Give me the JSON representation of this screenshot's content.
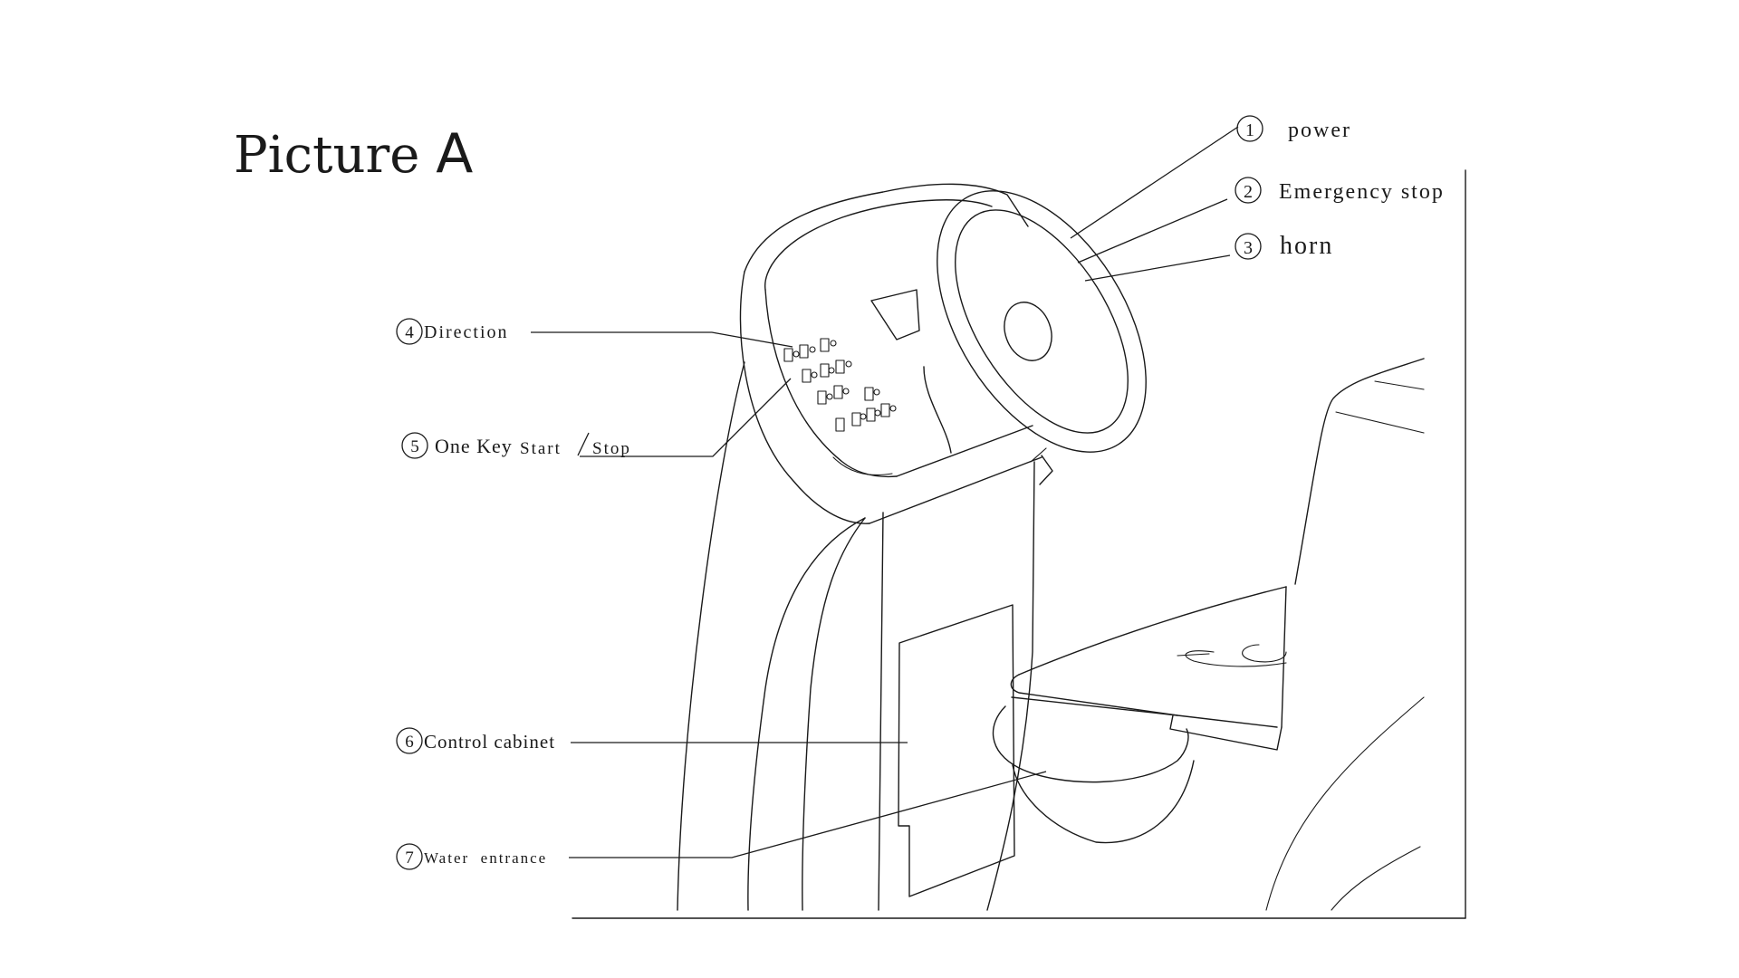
{
  "figure": {
    "title_text": "Picture ",
    "title_letter": "A"
  },
  "callouts": [
    {
      "number": "1",
      "label": "power"
    },
    {
      "number": "2",
      "label": "Emergency stop"
    },
    {
      "number": "3",
      "label": "horn"
    },
    {
      "number": "4",
      "label": "Direction"
    },
    {
      "number": "5",
      "label_a": "One Key",
      "label_b": "Start",
      "label_c": "Stop"
    },
    {
      "number": "6",
      "label": "Control cabinet"
    },
    {
      "number": "7",
      "label": "Water  entrance"
    }
  ]
}
